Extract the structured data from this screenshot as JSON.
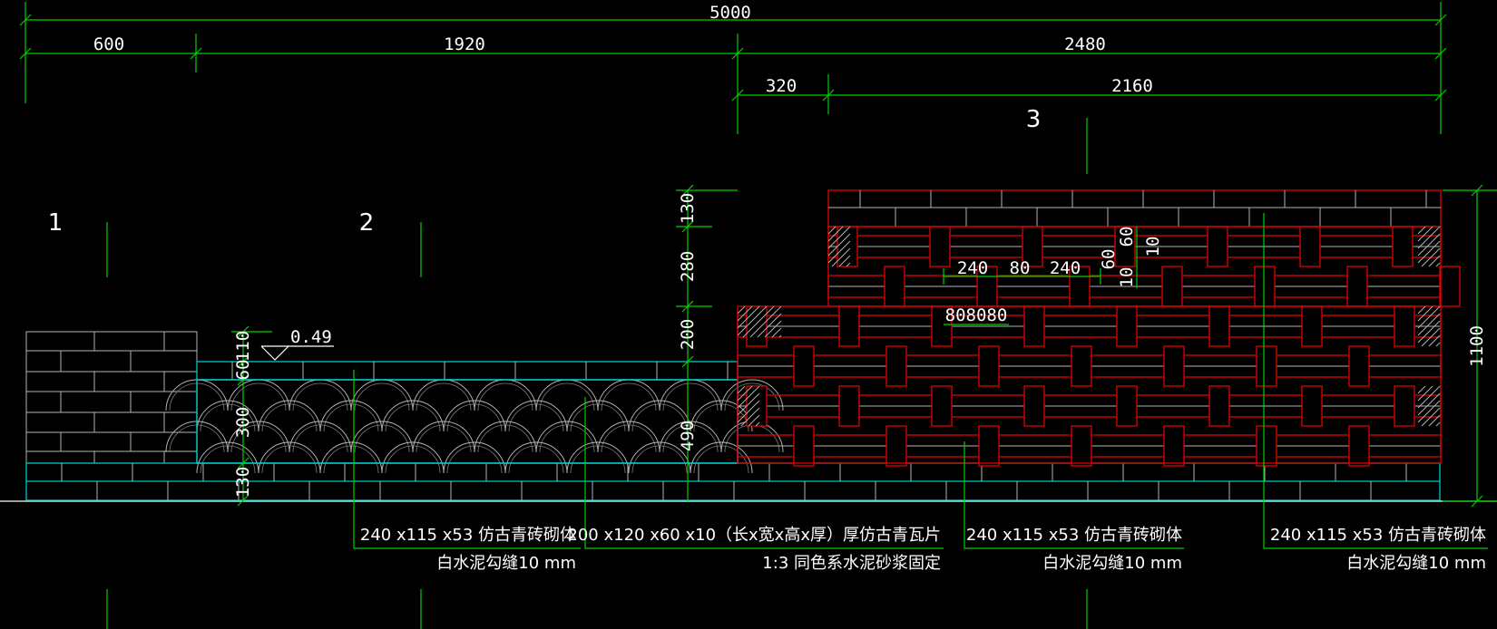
{
  "dimensions_top": {
    "total": "5000",
    "seg1": "600",
    "seg2": "1920",
    "seg3": "2480",
    "seg3a": "320",
    "seg3b": "2160"
  },
  "section_numbers": [
    "1",
    "2",
    "3"
  ],
  "dimensions_left": {
    "d130_top": "130",
    "d280": "280",
    "d200": "200",
    "d490": "490",
    "d60": "60",
    "d110": "110",
    "d300": "300",
    "d130_bottom": "130"
  },
  "dimension_right": "1100",
  "elevation_mark": "0.49",
  "detail_dims": {
    "w240a": "240",
    "w80": "80",
    "w240b": "240",
    "v60a": "60",
    "v10a": "10",
    "v60b": "60",
    "v10b": "10",
    "triple80": "808080"
  },
  "callouts": [
    {
      "line1": "240 x115 x53 仿古青砖砌体",
      "line2": "白水泥勾缝10 mm"
    },
    {
      "line1": "200 x120 x60 x10（长x宽x高x厚）厚仿古青瓦片",
      "line2": "1:3 同色系水泥砂浆固定"
    },
    {
      "line1": "240 x115 x53 仿古青砖砌体",
      "line2": "白水泥勾缝10 mm"
    },
    {
      "line1": "240 x115 x53 仿古青砖砌体",
      "line2": "白水泥勾缝10 mm"
    }
  ],
  "colors": {
    "background": "#000000",
    "dimension": "#00d000",
    "brick_outline_red": "#e00000",
    "tile_cyan": "#00c8c8",
    "brick_gray": "#b4b4b4"
  }
}
